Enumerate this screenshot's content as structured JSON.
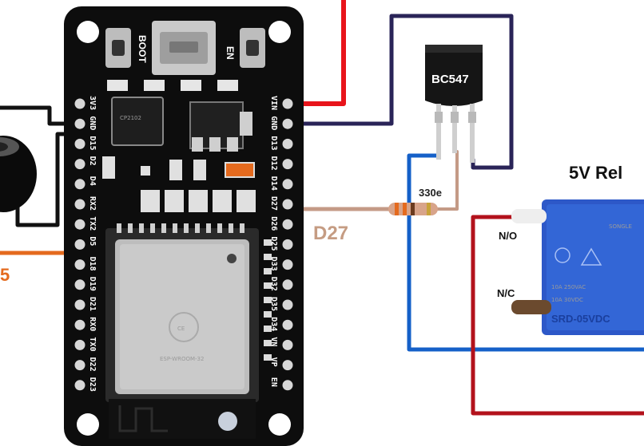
{
  "labels": {
    "transistor": "BC547",
    "resistor": "330e",
    "pin": "D27",
    "relay_title": "5V Rel",
    "no": "N/O",
    "nc": "N/C",
    "left_pin_partial": "5"
  },
  "board": {
    "boot": "BOOT",
    "en": "EN",
    "left_pins": [
      "3V3",
      "GND",
      "D15",
      "D2",
      "D4",
      "RX2",
      "TX2",
      "D5",
      "D18",
      "D19",
      "D21",
      "RX0",
      "TX0",
      "D22",
      "D23"
    ],
    "right_pins": [
      "VIN",
      "GND",
      "D13",
      "D12",
      "D14",
      "D27",
      "D26",
      "D25",
      "D33",
      "D32",
      "D35",
      "D34",
      "VN",
      "VP",
      "EN"
    ],
    "module_text": "ESP-WROOM-32"
  },
  "relay": {
    "brand": "SONGLE",
    "model": "SRD-05VDC",
    "spec1": "10A 250VAC",
    "spec2": "10A 30VDC"
  },
  "colors": {
    "red": "#e8141b",
    "dark_red": "#b3121c",
    "navy": "#2a2458",
    "blue": "#1560c8",
    "black": "#111111",
    "orange": "#e46a1e",
    "brown_lead": "#c49a86",
    "relay_blue": "#2d58c8",
    "pin_label_color": "#c59c83"
  }
}
